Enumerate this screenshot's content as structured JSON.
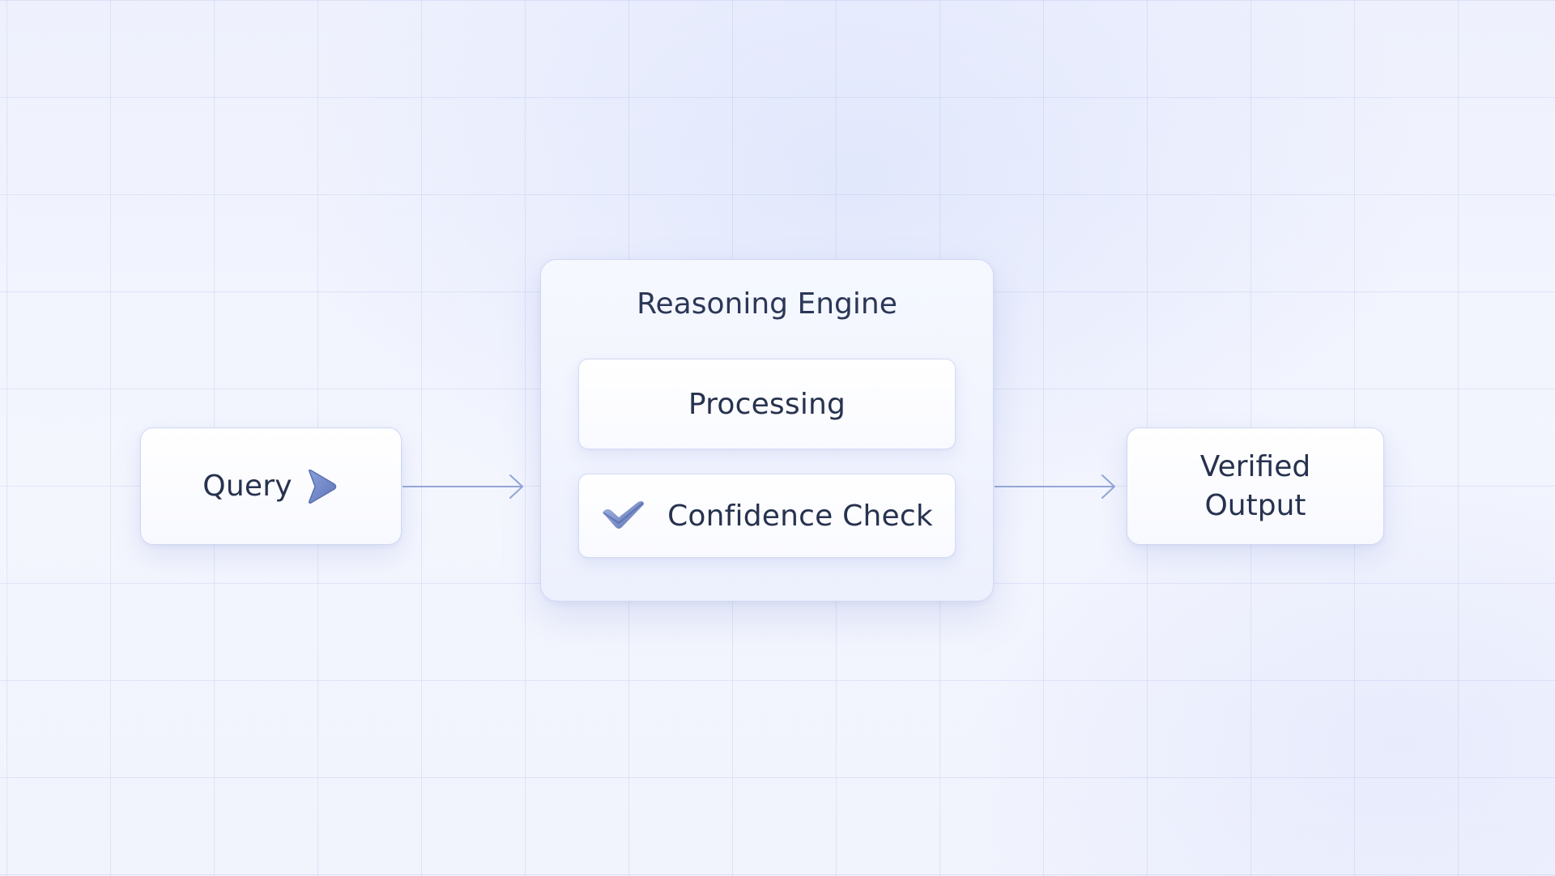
{
  "nodes": {
    "query": {
      "label": "Query",
      "icon": "play-arrow-icon"
    },
    "engine": {
      "title": "Reasoning Engine",
      "processing": "Processing",
      "confidence": {
        "label": "Confidence Check",
        "icon": "checkmark-icon"
      }
    },
    "output": {
      "line1": "Verified",
      "line2": "Output"
    }
  },
  "colors": {
    "accent": "#6f86c4",
    "connector": "#93a6d6",
    "text": "#27324f"
  }
}
